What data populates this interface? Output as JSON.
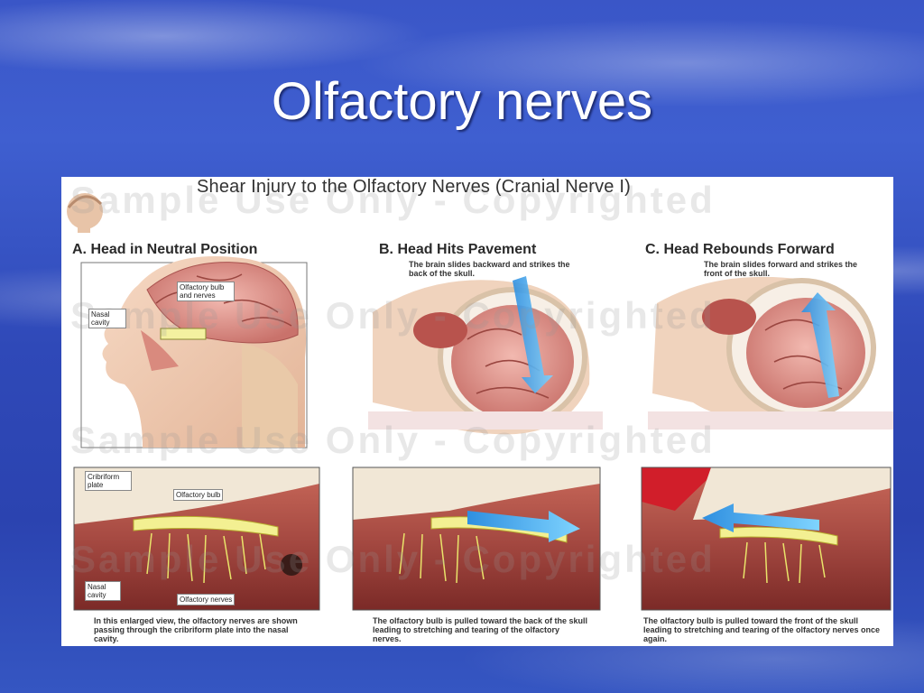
{
  "slide": {
    "title": "Olfactory nerves"
  },
  "figure": {
    "title": "Shear Injury to the Olfactory Nerves (Cranial Nerve I)",
    "watermark": "Sample Use Only - Copyrighted",
    "panels": [
      {
        "label": "A. Head in Neutral Position",
        "note": "",
        "labels": [
          "Olfactory bulb and nerves",
          "Nasal cavity"
        ]
      },
      {
        "label": "B. Head Hits Pavement",
        "note": "The brain slides backward and strikes the back of the skull."
      },
      {
        "label": "C. Head Rebounds Forward",
        "note": "The brain slides forward and strikes the front of the skull."
      }
    ],
    "enlarged_labels": [
      "Cribriform plate",
      "Olfactory bulb",
      "Nasal cavity",
      "Olfactory nerves"
    ],
    "captions": [
      "In this enlarged view, the olfactory nerves are shown passing through the cribriform plate into the nasal cavity.",
      "The olfactory bulb is pulled toward the back of the skull leading to stretching and tearing of the olfactory nerves.",
      "The olfactory bulb is pulled toward the front of the skull leading to stretching and tearing of the olfactory nerves once again."
    ]
  }
}
